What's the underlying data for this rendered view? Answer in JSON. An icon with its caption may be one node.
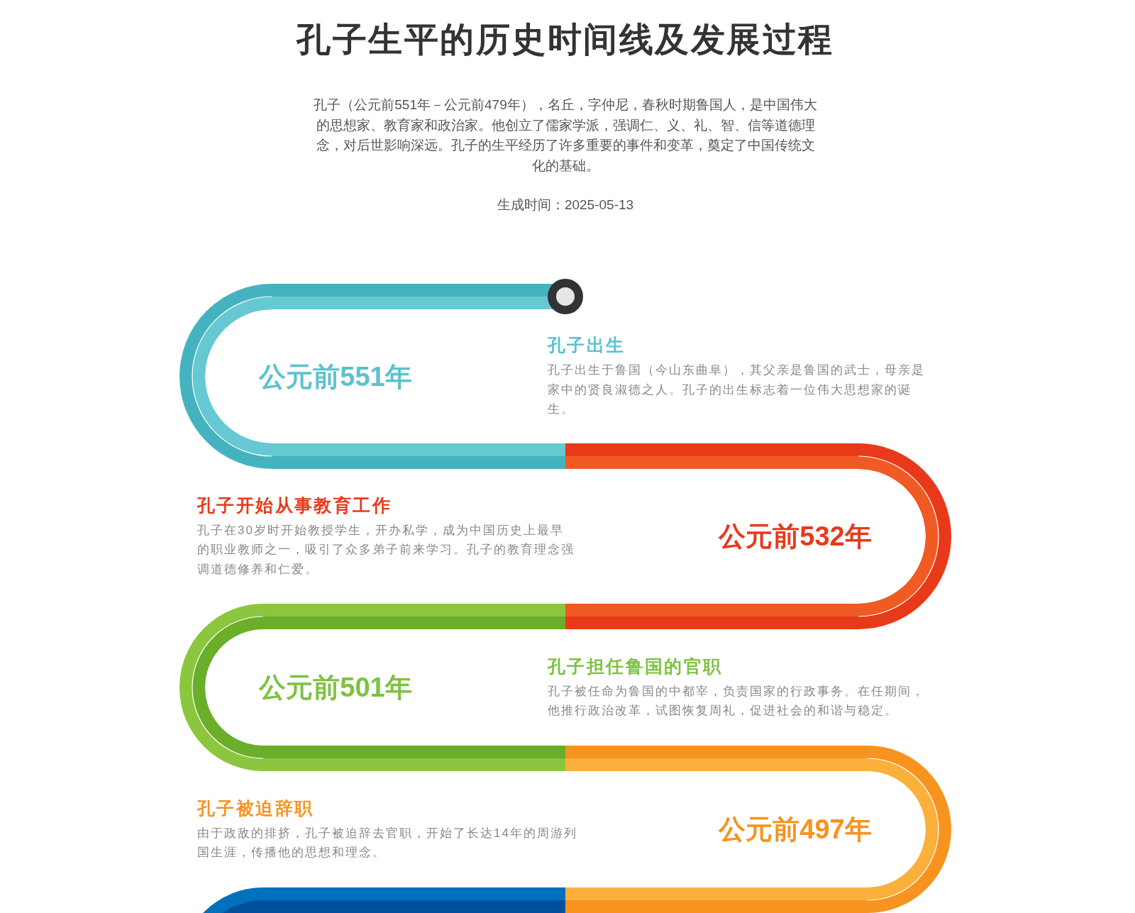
{
  "diagram": {
    "title": "孔子生平的历史时间线及发展过程",
    "nodes": [
      {
        "text": [
          "公元前551年"
        ],
        "beside": [
          "孔子出生",
          "孔子出生于鲁国（今山东曲阜），其父亲是鲁国的武士，母亲是家中的贤良淑德之人。孔子的出生标志着一位伟大思想家的诞生。"
        ]
      },
      {
        "text": [
          "公元前532年"
        ],
        "beside": [
          "孔子开始从事教育工作",
          "孔子在30岁时开始教授学生，开办私学，成为中国历史上最早的职业教师之一，吸引了众多弟子前来学习。孔子的教育理念强调道德修养和仁爱。"
        ]
      },
      {
        "text": [
          "公元前501年"
        ],
        "beside": [
          "孔子担任鲁国的官职",
          "孔子被任命为鲁国的中都宰，负责国家的行政事务。在任期间，他推行政治改革，试图恢复周礼，促进社会的和谐与稳定。"
        ]
      },
      {
        "text": [
          "公元前497年"
        ],
        "beside": [
          "孔子被迫辞职",
          "由于政敌的排挤，孔子被迫辞去官职，开始了长达14年的周游列国生涯，传播他的思想和理念。"
        ]
      },
      {
        "text": [],
        "shape": "band"
      }
    ],
    "labels": [
      "孔子（公元前551年－公元前479年），名丘，字仲尼，春秋时期鲁国人，是中国伟大的思想家、教育家和政治家。他创立了儒家学派，强调仁、义、礼、智、信等道德理念，对后世影响深远。孔子的生平经历了许多重要的事件和变革，奠定了中国传统文化的基础。",
      "生成时间：2025-05-13"
    ]
  }
}
